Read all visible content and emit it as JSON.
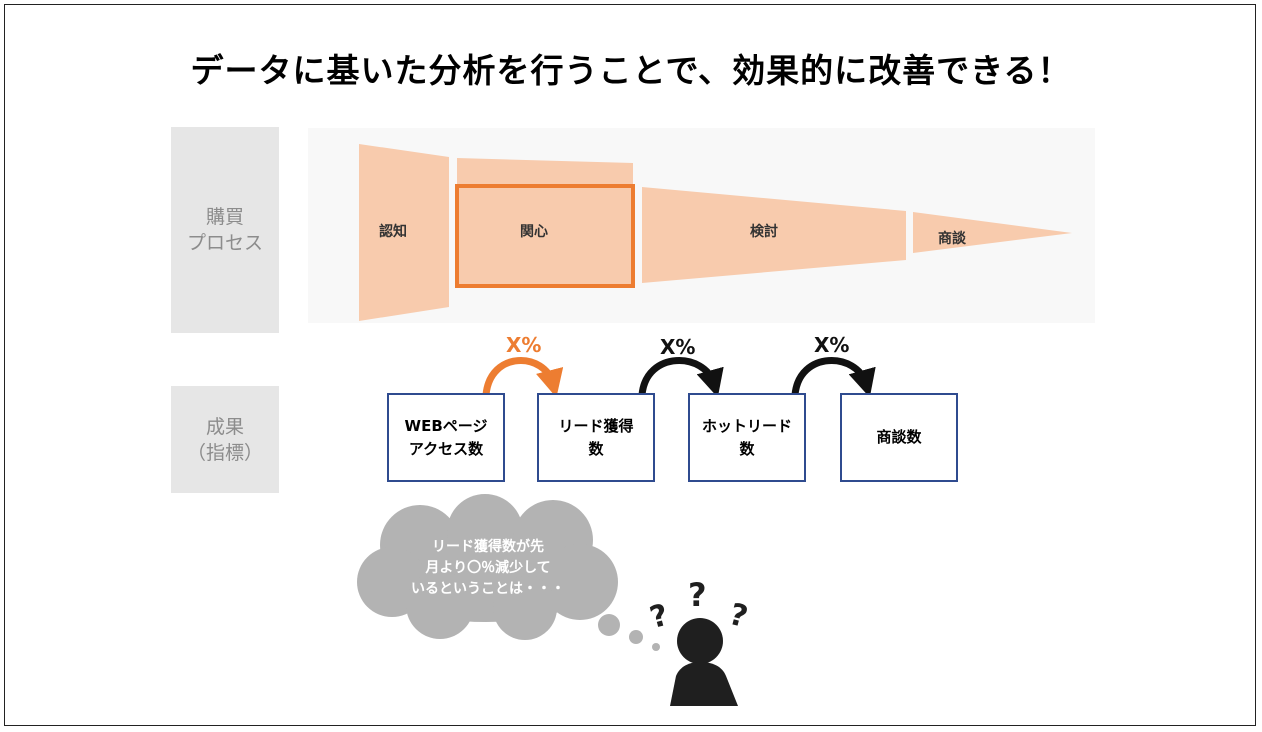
{
  "title": "データに基いた分析を行うことで、効果的に改善できる！",
  "side_labels": {
    "process": [
      "購買",
      "プロセス"
    ],
    "result": [
      "成果",
      "（指標）"
    ]
  },
  "funnel": {
    "stages": [
      "認知",
      "関心",
      "検討",
      "商談"
    ],
    "highlighted_stage": "関心"
  },
  "metrics": [
    {
      "lines": [
        "WEBページ",
        "アクセス数"
      ]
    },
    {
      "lines": [
        "リード獲得",
        "数"
      ]
    },
    {
      "lines": [
        "ホットリード",
        "数"
      ]
    },
    {
      "lines": [
        "商談数"
      ]
    }
  ],
  "rates": [
    "X%",
    "X%",
    "X%"
  ],
  "thought": {
    "lines": [
      "リード獲得数が先",
      "月より〇％減少して",
      "いるということは・・・"
    ]
  },
  "colors": {
    "funnel_fill": "#f8cbad",
    "highlight": "#ed7d31",
    "box_border": "#2f4b8f",
    "side_bg": "#e6e6e6",
    "bubble": "#b3b3b3",
    "person": "#1f1f1f"
  },
  "icons": [
    "question-mark-icon",
    "person-icon",
    "curved-arrow-icon"
  ]
}
